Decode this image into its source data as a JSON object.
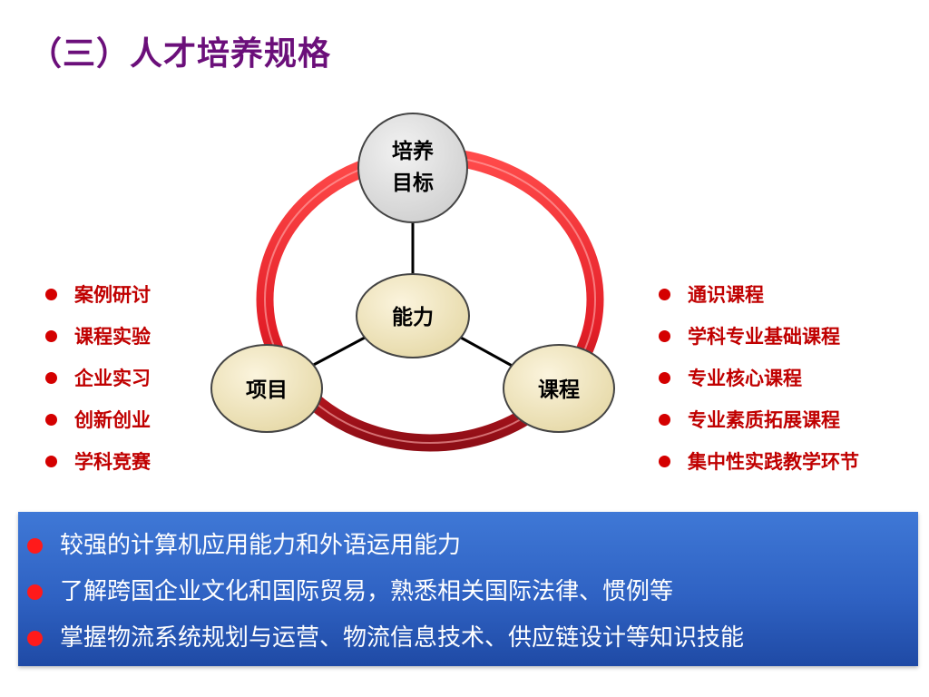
{
  "slide": {
    "title": "（三）人才培养规格"
  },
  "diagram": {
    "center": "能力",
    "top_line1": "培养",
    "top_line2": "目标",
    "left": "项目",
    "right": "课程"
  },
  "left_list": [
    "案例研讨",
    "课程实验",
    "企业实习",
    "创新创业",
    "学科竞赛"
  ],
  "right_list": [
    "通识课程",
    "学科专业基础课程",
    "专业核心课程",
    "专业素质拓展课程",
    "集中性实践教学环节"
  ],
  "panel_items": [
    "较强的计算机应用能力和外语运用能力",
    "了解跨国企业文化和国际贸易，熟悉相关国际法律、惯例等",
    "掌握物流系统规划与运营、物流信息技术、供应链设计等知识技能"
  ],
  "colors": {
    "title": "#6b0f7a",
    "ring": "#e0202a",
    "list_text": "#c00000",
    "panel": "#2f62c3",
    "bullet": "#d40000"
  }
}
